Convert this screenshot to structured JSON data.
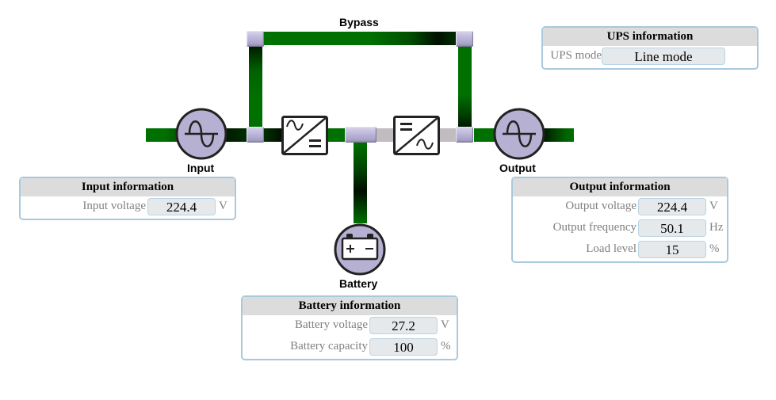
{
  "diagram": {
    "labels": {
      "bypass": "Bypass",
      "input": "Input",
      "output": "Output",
      "battery": "Battery"
    },
    "colors": {
      "active_line": "#007000",
      "inactive_line": "#c0bcc0",
      "node": "#bcb6da"
    }
  },
  "ups_info": {
    "title": "UPS information",
    "mode_label": "UPS mode",
    "mode_value": "Line mode"
  },
  "input_info": {
    "title": "Input information",
    "rows": [
      {
        "label": "Input voltage",
        "value": "224.4",
        "unit": "V"
      }
    ]
  },
  "output_info": {
    "title": "Output information",
    "rows": [
      {
        "label": "Output voltage",
        "value": "224.4",
        "unit": "V"
      },
      {
        "label": "Output frequency",
        "value": "50.1",
        "unit": "Hz"
      },
      {
        "label": "Load level",
        "value": "15",
        "unit": "%"
      }
    ]
  },
  "battery_info": {
    "title": "Battery information",
    "rows": [
      {
        "label": "Battery voltage",
        "value": "27.2",
        "unit": "V"
      },
      {
        "label": "Battery capacity",
        "value": "100",
        "unit": "%"
      }
    ]
  }
}
